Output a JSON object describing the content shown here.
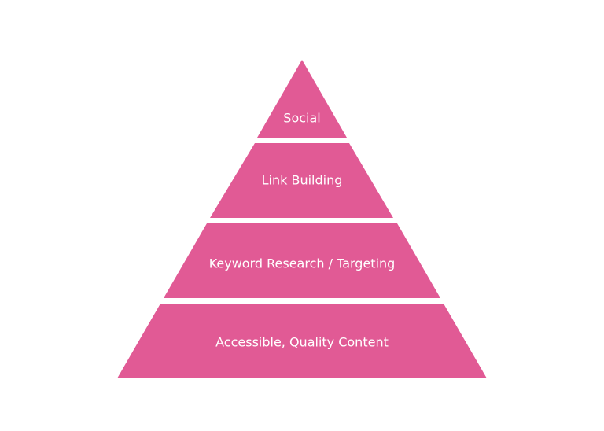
{
  "diagram": {
    "type": "pyramid",
    "fill_color": "#e15a95",
    "text_color": "#ffffff",
    "background_color": "#ffffff",
    "tiers": [
      {
        "label": "Social"
      },
      {
        "label": "Link Building"
      },
      {
        "label": "Keyword Research / Targeting"
      },
      {
        "label": "Accessible, Quality Content"
      }
    ]
  }
}
